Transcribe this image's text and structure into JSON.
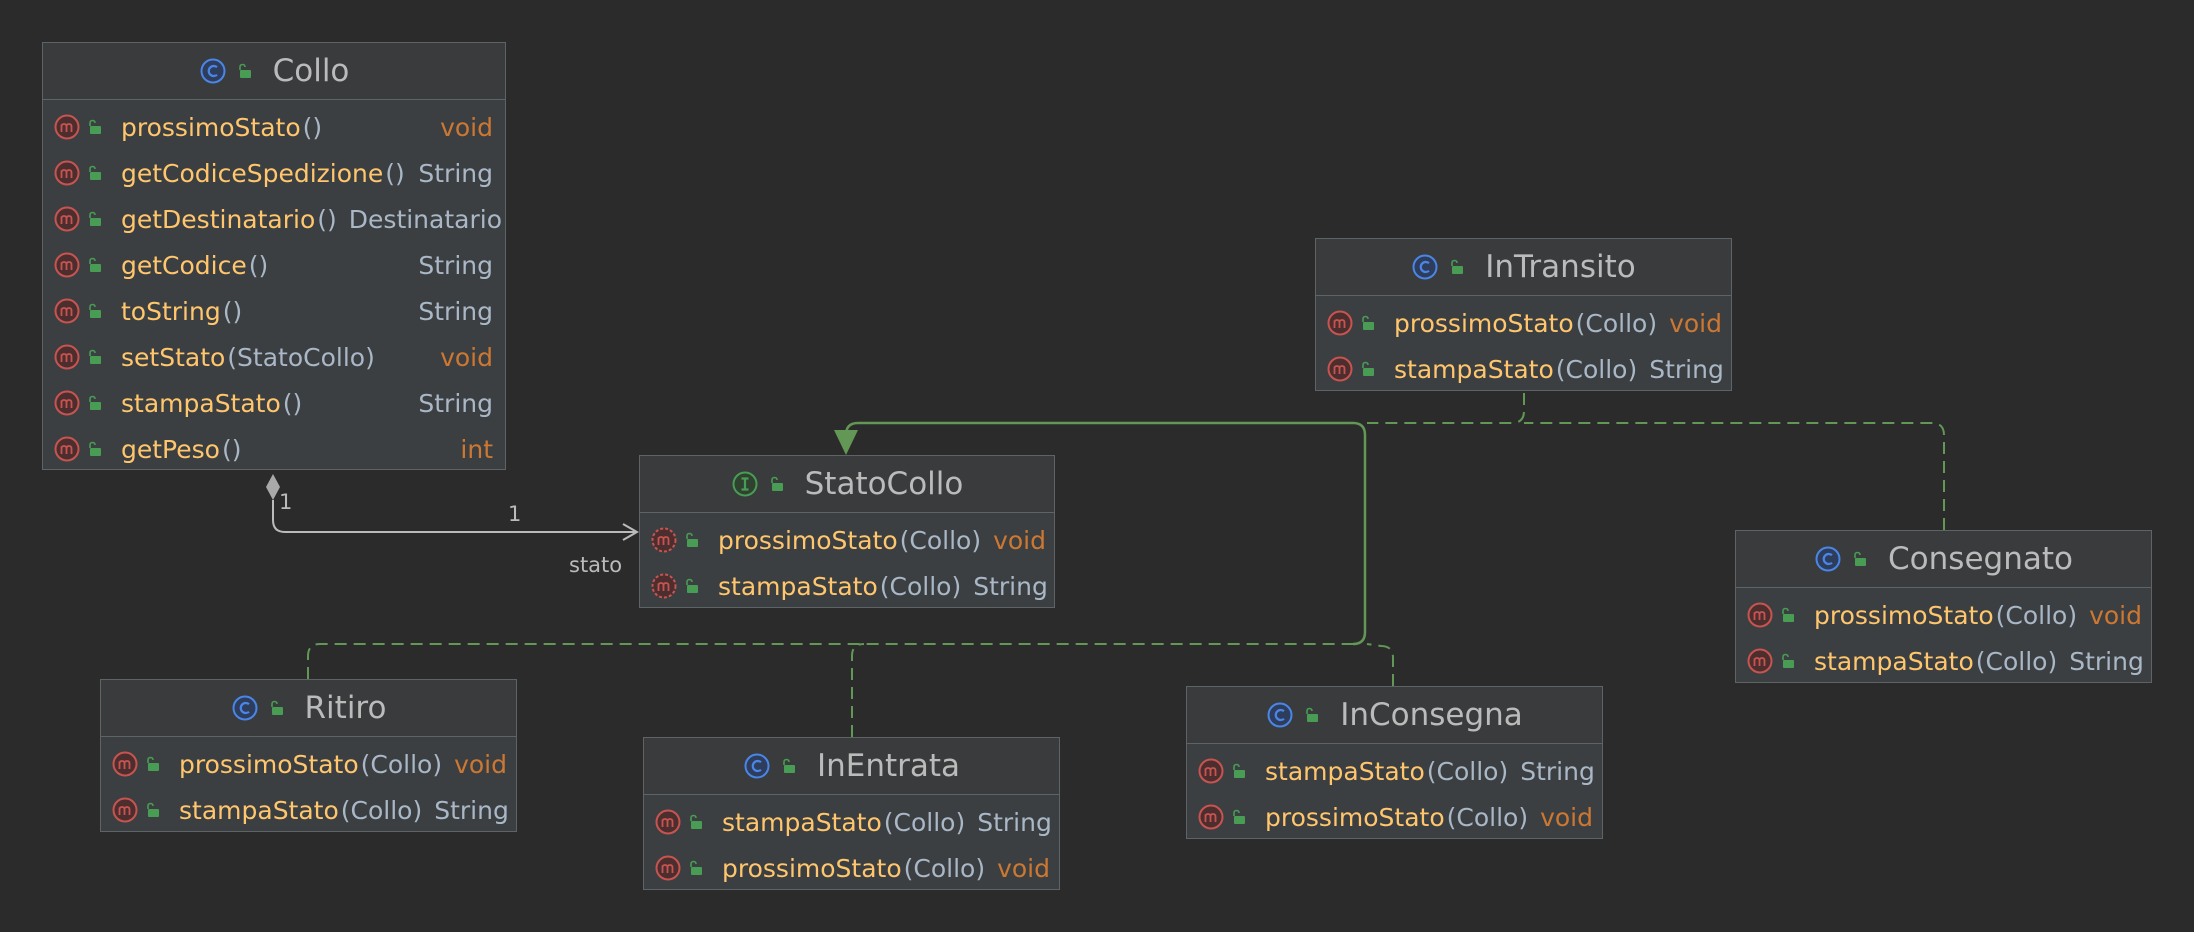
{
  "colors": {
    "background": "#2b2b2b",
    "box_fill": "#3c3f41",
    "box_border": "#5e6366",
    "method_name": "#ffc66d",
    "param_text": "#a9b7c6",
    "keyword_type": "#cc7832",
    "realization_edge": "#629755",
    "association_edge": "#bbbbbb",
    "class_icon": "#4a86e8",
    "interface_icon": "#499c54",
    "method_icon": "#c75450"
  },
  "classes": {
    "collo": {
      "name": "Collo",
      "kind_icon": "class-icon",
      "methods": [
        {
          "name": "prossimoStato",
          "params": "()",
          "return": "void",
          "return_kw": true
        },
        {
          "name": "getCodiceSpedizione",
          "params": "()",
          "return": "String",
          "return_kw": false
        },
        {
          "name": "getDestinatario",
          "params": "()",
          "return": "Destinatario",
          "return_kw": false
        },
        {
          "name": "getCodice",
          "params": "()",
          "return": "String",
          "return_kw": false
        },
        {
          "name": "toString",
          "params": "()",
          "return": "String",
          "return_kw": false
        },
        {
          "name": "setStato",
          "params": "(StatoCollo)",
          "return": "void",
          "return_kw": true
        },
        {
          "name": "stampaStato",
          "params": "()",
          "return": "String",
          "return_kw": false
        },
        {
          "name": "getPeso",
          "params": "()",
          "return": "int",
          "return_kw": true
        }
      ]
    },
    "stato_collo": {
      "name": "StatoCollo",
      "kind_icon": "interface-icon",
      "methods": [
        {
          "name": "prossimoStato",
          "params": "(Collo)",
          "return": "void",
          "return_kw": true
        },
        {
          "name": "stampaStato",
          "params": "(Collo)",
          "return": "String",
          "return_kw": false
        }
      ]
    },
    "in_transito": {
      "name": "InTransito",
      "kind_icon": "class-icon",
      "methods": [
        {
          "name": "prossimoStato",
          "params": "(Collo)",
          "return": "void",
          "return_kw": true
        },
        {
          "name": "stampaStato",
          "params": "(Collo)",
          "return": "String",
          "return_kw": false
        }
      ]
    },
    "consegnato": {
      "name": "Consegnato",
      "kind_icon": "class-icon",
      "methods": [
        {
          "name": "prossimoStato",
          "params": "(Collo)",
          "return": "void",
          "return_kw": true
        },
        {
          "name": "stampaStato",
          "params": "(Collo)",
          "return": "String",
          "return_kw": false
        }
      ]
    },
    "ritiro": {
      "name": "Ritiro",
      "kind_icon": "class-icon",
      "methods": [
        {
          "name": "prossimoStato",
          "params": "(Collo)",
          "return": "void",
          "return_kw": true
        },
        {
          "name": "stampaStato",
          "params": "(Collo)",
          "return": "String",
          "return_kw": false
        }
      ]
    },
    "in_entrata": {
      "name": "InEntrata",
      "kind_icon": "class-icon",
      "methods": [
        {
          "name": "stampaStato",
          "params": "(Collo)",
          "return": "String",
          "return_kw": false
        },
        {
          "name": "prossimoStato",
          "params": "(Collo)",
          "return": "void",
          "return_kw": true
        }
      ]
    },
    "in_consegna": {
      "name": "InConsegna",
      "kind_icon": "class-icon",
      "methods": [
        {
          "name": "stampaStato",
          "params": "(Collo)",
          "return": "String",
          "return_kw": false
        },
        {
          "name": "prossimoStato",
          "params": "(Collo)",
          "return": "void",
          "return_kw": true
        }
      ]
    }
  },
  "association": {
    "source_multiplicity": "1",
    "target_multiplicity": "1",
    "role": "stato"
  }
}
